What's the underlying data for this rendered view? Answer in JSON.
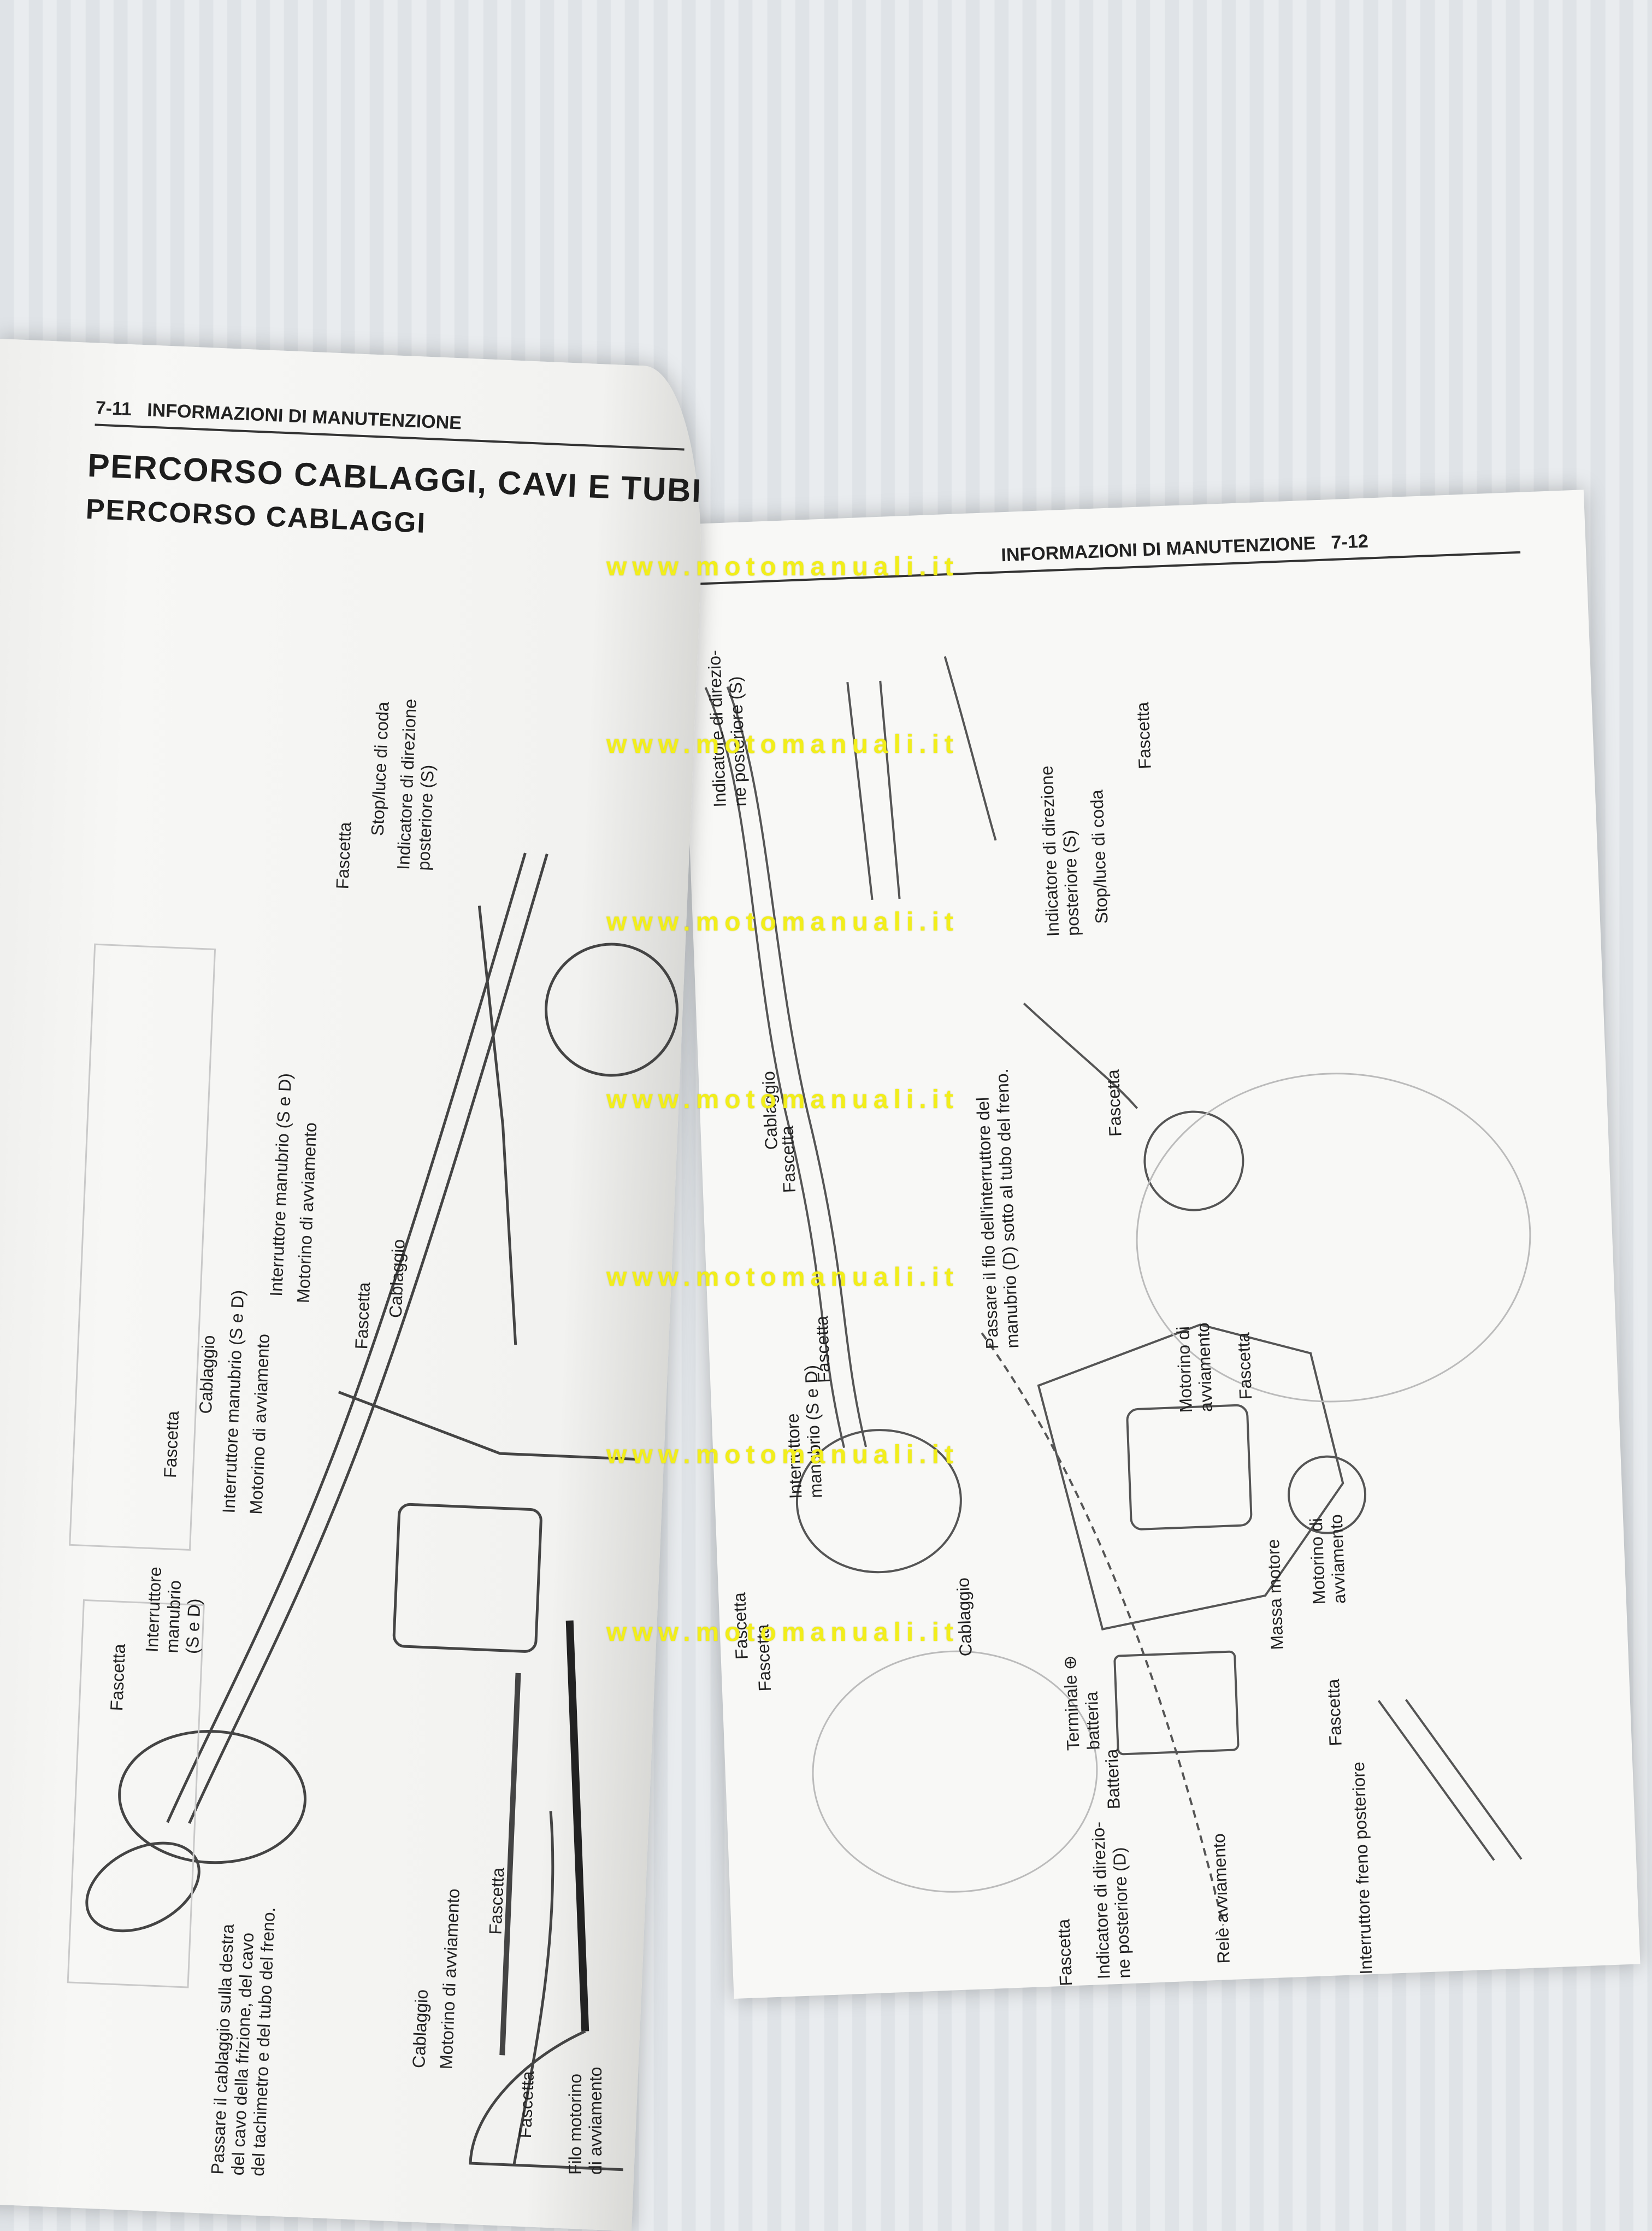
{
  "left_page": {
    "page_number": "7-11",
    "section": "INFORMAZIONI DI MANUTENZIONE",
    "title": "PERCORSO CABLAGGI, CAVI E TUBI",
    "subtitle": "PERCORSO CABLAGGI",
    "labels": {
      "fascetta_top": "Fascetta",
      "stop_luce": "Stop/luce di coda",
      "indicatore_s": "Indicatore di direzione\nposteriore (S)",
      "interruttore_manubrio_sd": "Interruttore manubrio (S e D)",
      "motorino_avviamento_1": "Motorino di avviamento",
      "fascetta_mid": "Fascetta",
      "cablaggio_mid": "Cablaggio",
      "fascetta_2": "Fascetta",
      "cablaggio_2": "Cablaggio",
      "interruttore_manubrio_sd_2": "Interruttore manubrio (S e D)",
      "motorino_avviamento_2": "Motorino di avviamento",
      "fascetta_3": "Fascetta",
      "interruttore_manubrio_block": "Interruttore\nmanubrio\n(S e D)",
      "passare_cablaggio": "Passare il cablaggio sulla destra\ndel cavo della frizione, del cavo\ndel tachimetro e del tubo del freno.",
      "cablaggio_low": "Cablaggio",
      "motorino_avviamento_low": "Motorino di avviamento",
      "fascetta_low": "Fascetta",
      "fascetta_low2": "Fascetta",
      "filo_motorino": "Filo motorino\ndi avviamento"
    }
  },
  "right_page": {
    "page_number": "7-12",
    "section": "INFORMAZIONI DI MANUTENZIONE",
    "labels": {
      "indicatore_direzione_top": "Indicatore di direzio-\nne posteriore (S)",
      "fascetta_r1": "Fascetta",
      "indicatore_direzione_r": "Indicatore di direzione\nposteriore (S)",
      "stop_luce_r": "Stop/luce di coda",
      "cablaggio_r": "Cablaggio",
      "fascetta_r2": "Fascetta",
      "passare_filo": "Passare il filo dell'interruttore del\nmanubrio (D) sotto al tubo del freno.",
      "fascetta_r3": "Fascetta",
      "interruttore_manubrio_r": "Interruttore\nmanubrio (S e D)",
      "fascetta_r4": "Fascetta",
      "motorino_avviamento_r1": "Motorino di\navviamento",
      "fascetta_r5": "Fascetta",
      "motorino_avviamento_r2": "Motorino di\navviamento",
      "massa_motore": "Massa motore",
      "fascetta_r6": "Fascetta",
      "cablaggio_detail": "Cablaggio",
      "fascetta_detail": "Fascetta",
      "terminale_batteria": "Terminale ⊕\nbatteria",
      "batteria": "Batteria",
      "fascetta_r7": "Fascetta",
      "interruttore_freno": "Interruttore freno posteriore",
      "indicatore_d": "Indicatore di direzio-\nne posteriore (D)",
      "fascetta_r8": "Fascetta",
      "rele_avviamento": "Relè avviamento"
    }
  },
  "watermark": "www.motomanuali.it"
}
